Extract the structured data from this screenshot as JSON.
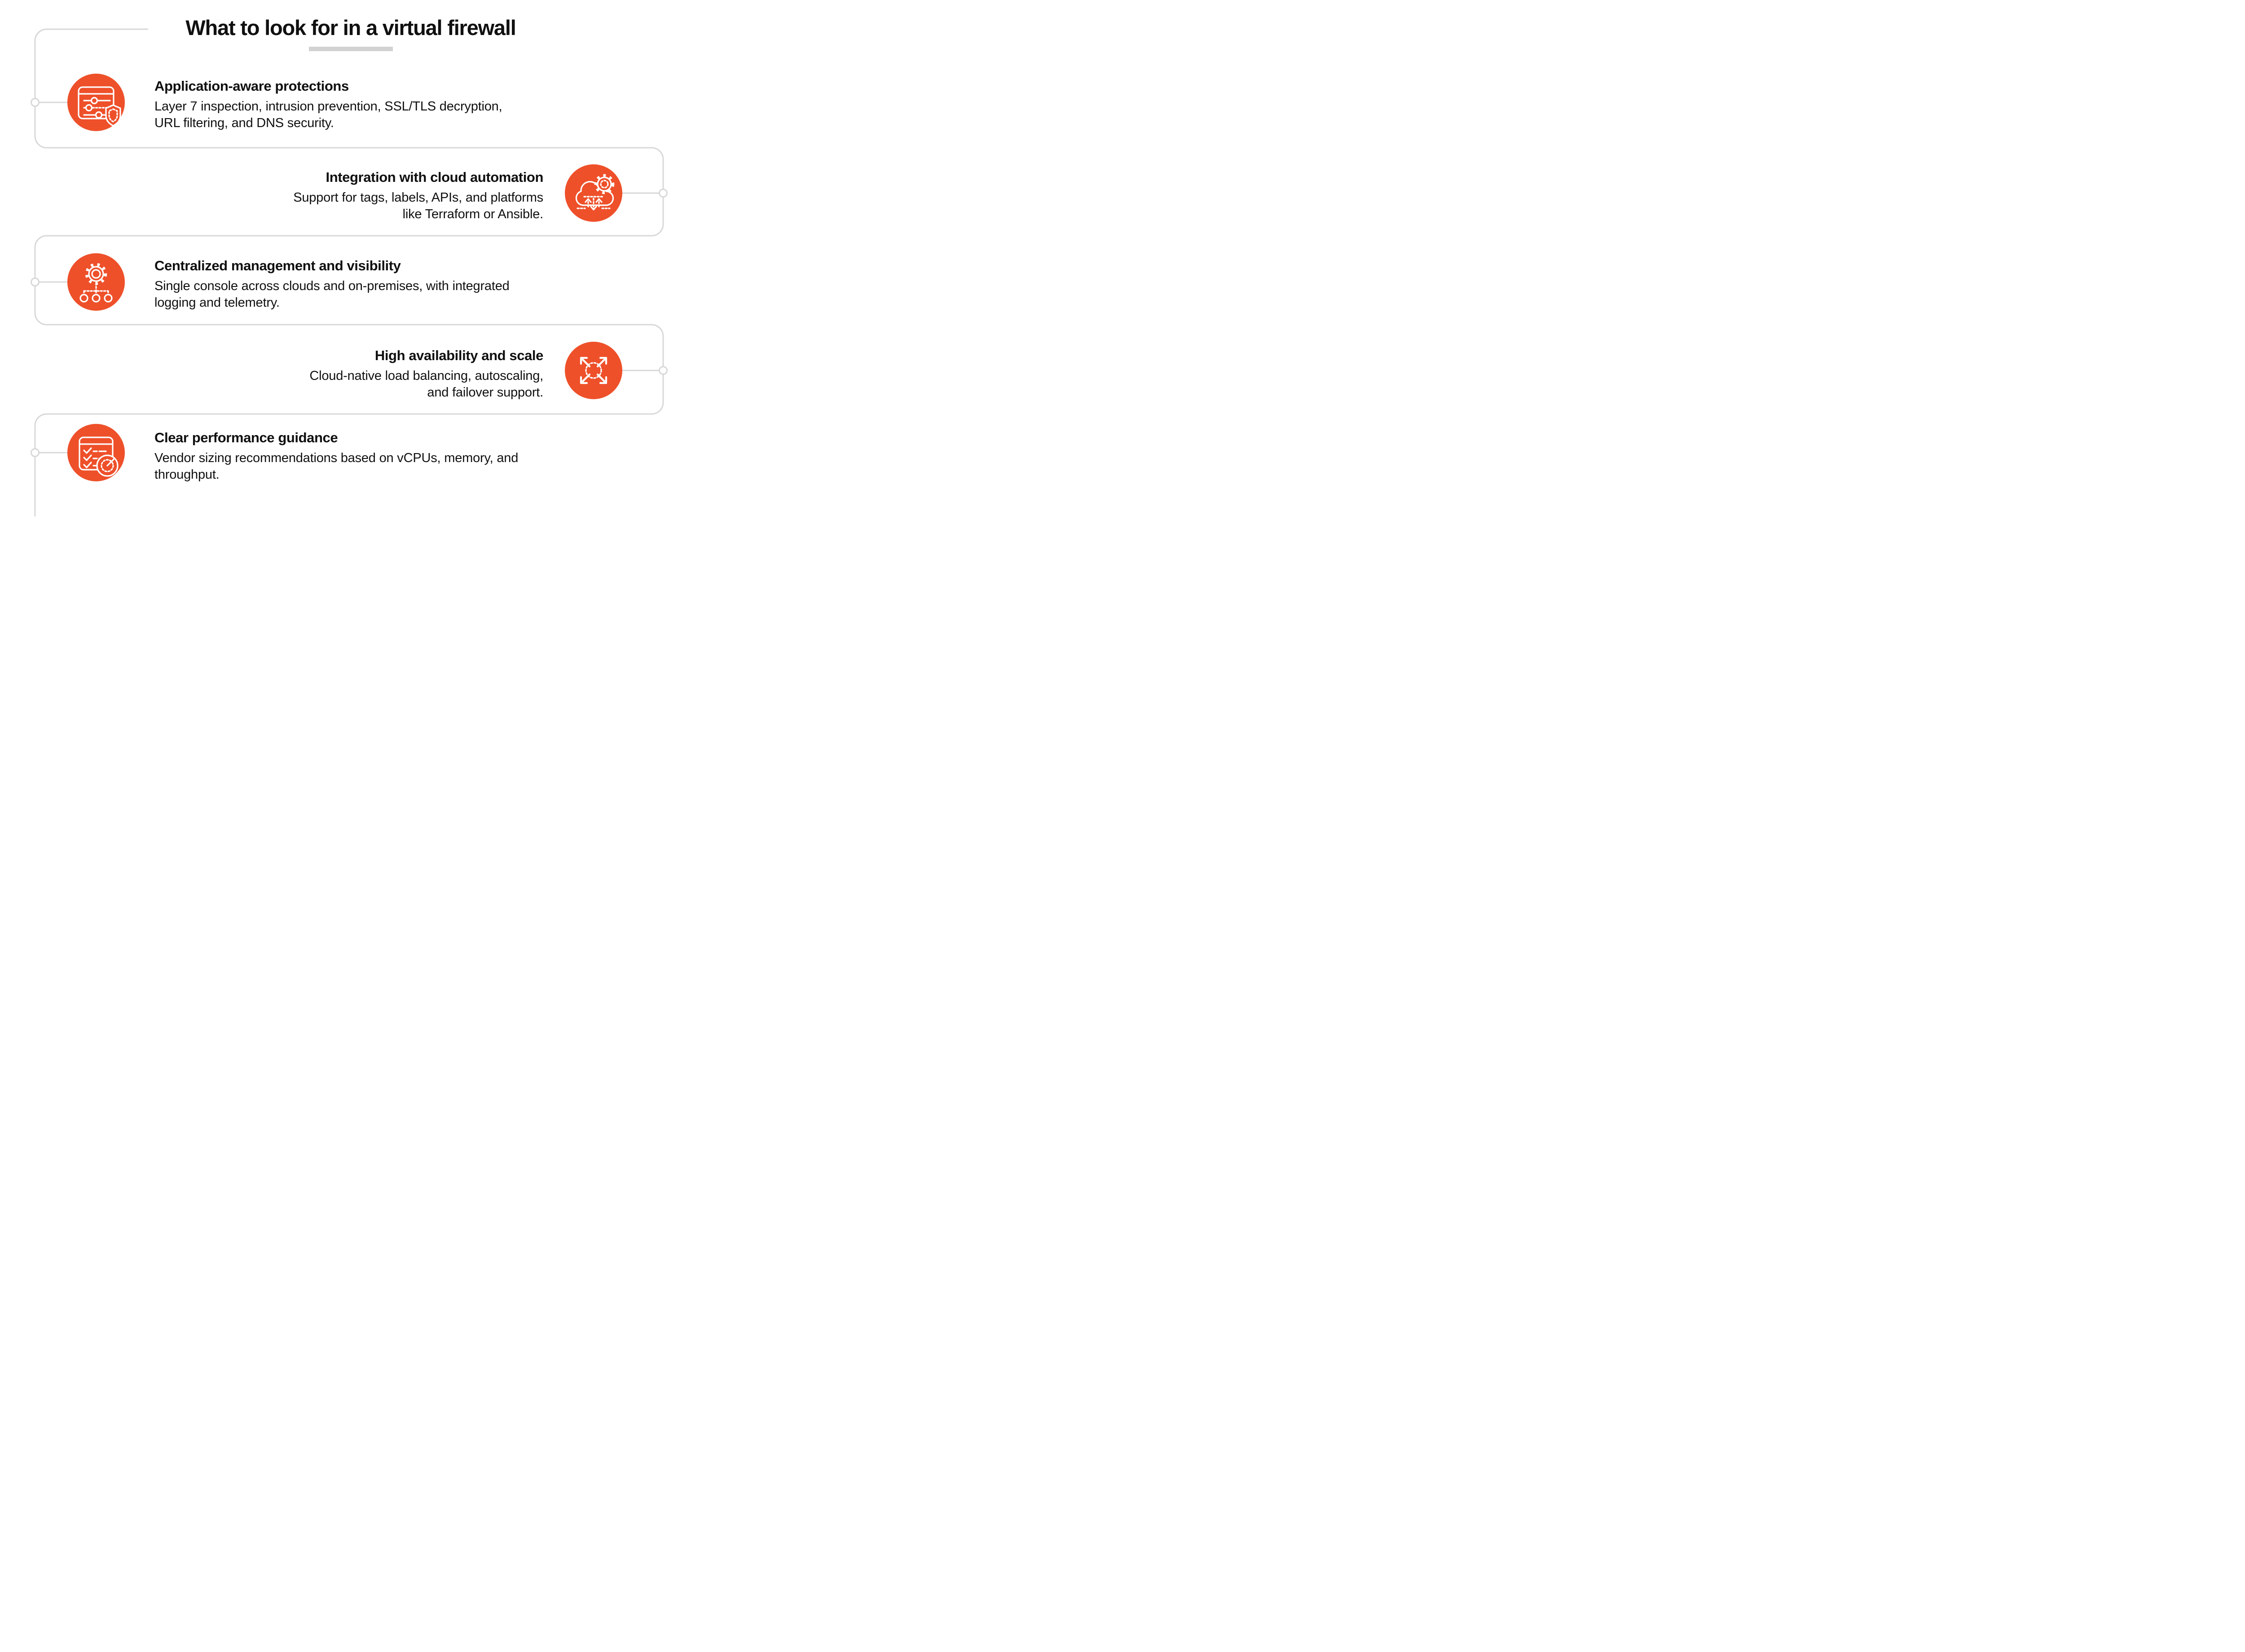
{
  "title": "What to look for in a virtual firewall",
  "items": [
    {
      "heading": "Application-aware protections",
      "body": "Layer 7 inspection, intrusion prevention, SSL/TLS decryption,\nURL filtering, and DNS security.",
      "icon": "app-window-sliders-shield-icon",
      "side": "left"
    },
    {
      "heading": "Integration with cloud automation",
      "body": "Support for tags, labels, APIs, and platforms\nlike Terraform or Ansible.",
      "icon": "cloud-gear-sync-icon",
      "side": "right"
    },
    {
      "heading": "Centralized management and visibility",
      "body": "Single console across clouds and on-premises, with integrated\nlogging and telemetry.",
      "icon": "gear-hierarchy-icon",
      "side": "left"
    },
    {
      "heading": "High availability and scale",
      "body": "Cloud-native load balancing, autoscaling,\nand failover support.",
      "icon": "expand-arrows-icon",
      "side": "right"
    },
    {
      "heading": "Clear performance guidance",
      "body": "Vendor sizing recommendations based on vCPUs, memory, and\nthroughput.",
      "icon": "checklist-gauge-icon",
      "side": "left"
    }
  ],
  "colors": {
    "accent_orange": "#EE502A",
    "line_gray": "#D8D8D8",
    "underline_gray": "#D2D2D2",
    "text_black": "#101010",
    "background": "#FFFFFF"
  }
}
